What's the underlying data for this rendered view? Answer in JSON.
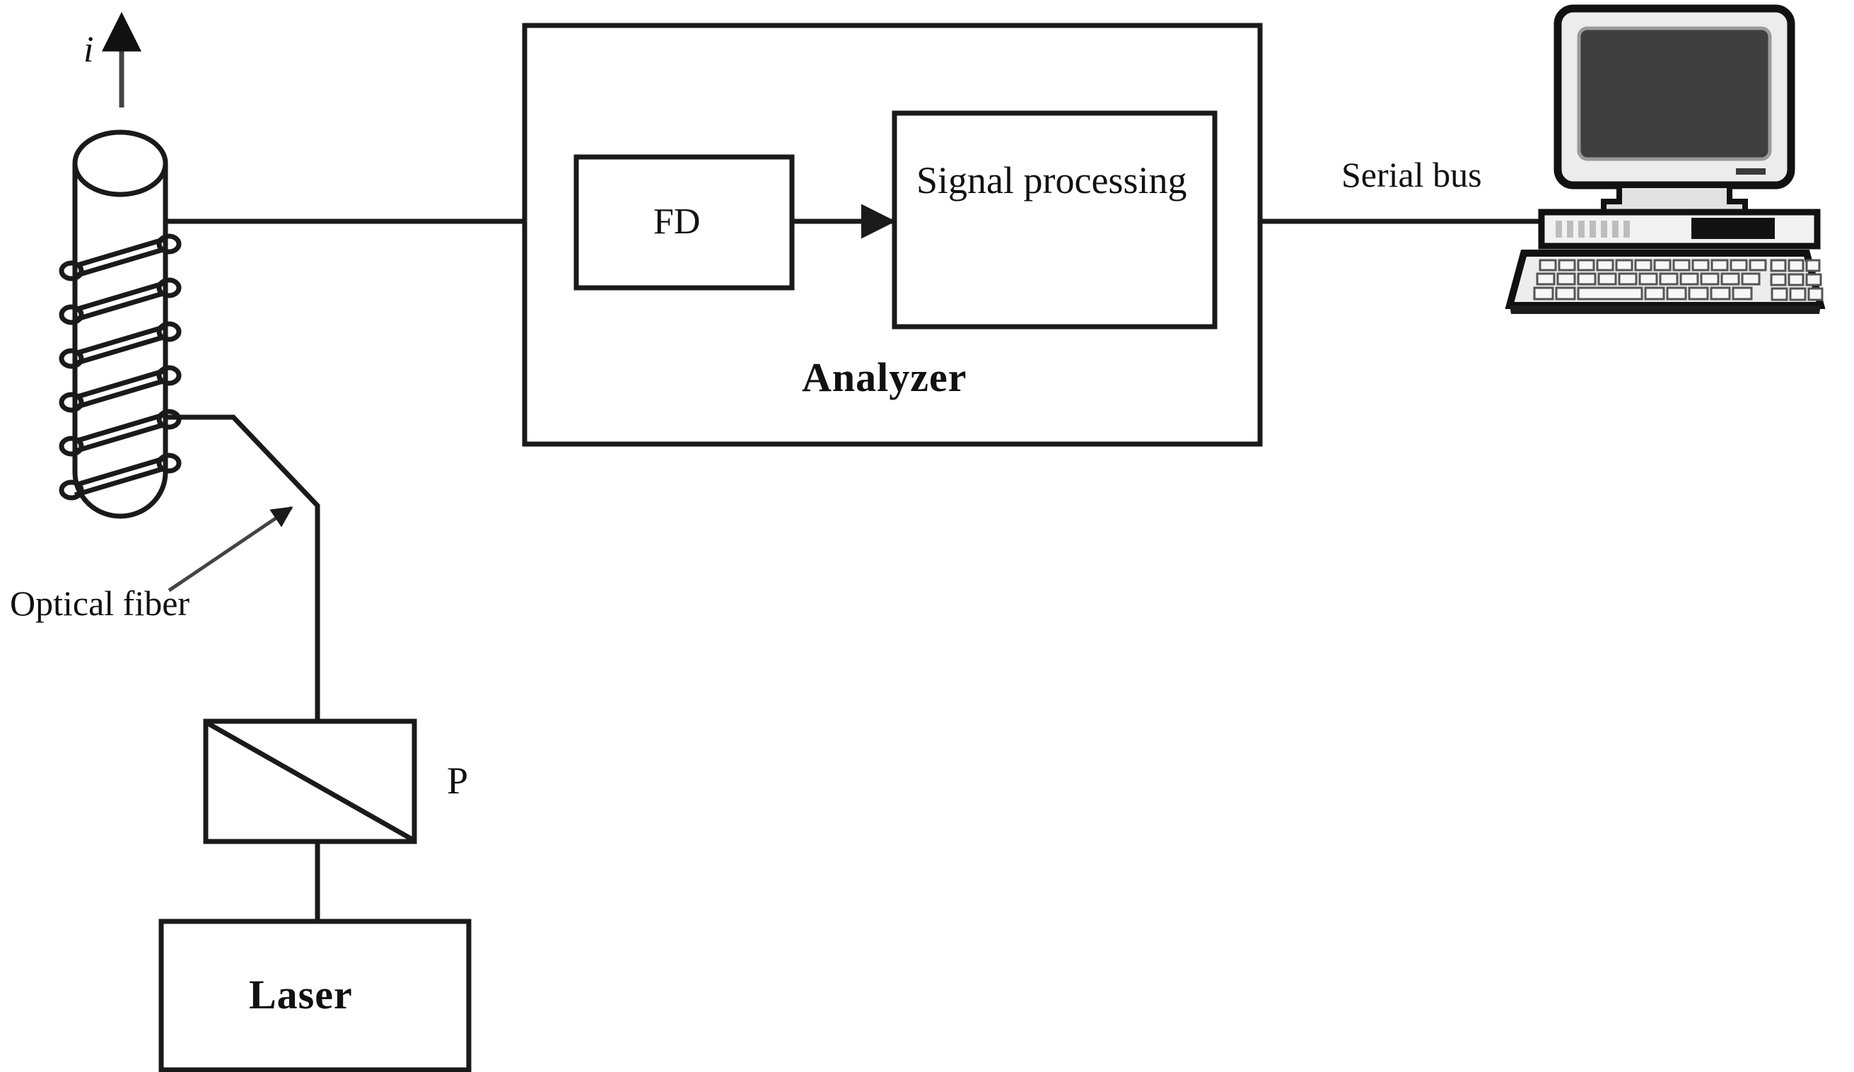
{
  "diagram": {
    "title": "Fiber-optic current sensor block diagram",
    "stroke_color": "#1a1a1a",
    "background": "#ffffff",
    "labels": {
      "current": "i",
      "optical_fiber": "Optical fiber",
      "fd": "FD",
      "signal_processing": "Signal processing",
      "analyzer": "Analyzer",
      "serial_bus": "Serial bus",
      "polarizer": "P",
      "laser": "Laser"
    },
    "icons": {
      "current_arrow": "up-arrow-icon",
      "fiber_pointer": "leader-arrow-icon",
      "flow_arrow": "right-arrow-icon",
      "conductor": "cylinder-coil-icon",
      "polarizer": "polarizer-box-icon",
      "computer": "desktop-computer-icon"
    },
    "components": [
      {
        "id": "conductor",
        "name": "current-carrying-conductor-with-fiber-coil",
        "shape": "cylinder-with-helical-coil",
        "coil_turns": 6
      },
      {
        "id": "analyzer",
        "name": "analyzer-enclosure",
        "shape": "rectangle"
      },
      {
        "id": "fd",
        "name": "fd-block",
        "shape": "rectangle"
      },
      {
        "id": "signal-processing",
        "name": "signal-processing-block",
        "shape": "rectangle"
      },
      {
        "id": "polarizer",
        "name": "polarizer-block",
        "shape": "rectangle-with-diagonal"
      },
      {
        "id": "laser",
        "name": "laser-block",
        "shape": "rectangle"
      },
      {
        "id": "computer",
        "name": "desktop-computer",
        "shape": "crt-monitor-case-keyboard"
      }
    ],
    "connections": [
      {
        "from": "conductor",
        "to": "analyzer",
        "style": "line"
      },
      {
        "from": "fd",
        "to": "signal-processing",
        "style": "arrow"
      },
      {
        "from": "analyzer",
        "to": "computer",
        "style": "line",
        "label": "Serial bus"
      },
      {
        "from": "laser",
        "to": "polarizer",
        "style": "line"
      },
      {
        "from": "polarizer",
        "to": "conductor",
        "style": "line",
        "label": "Optical fiber"
      }
    ]
  }
}
